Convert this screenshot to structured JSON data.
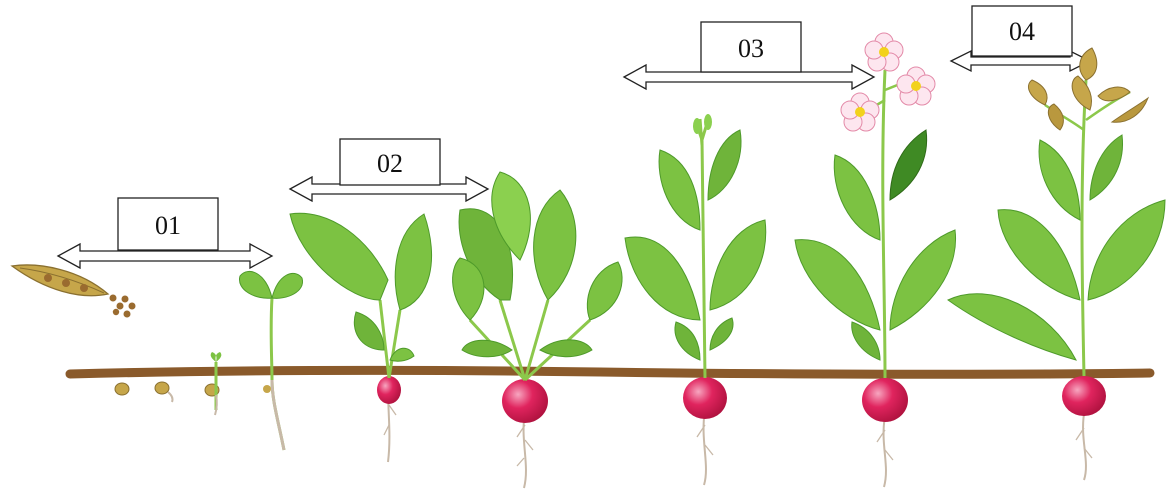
{
  "stages": [
    {
      "id": "stage-1",
      "label": "01"
    },
    {
      "id": "stage-2",
      "label": "02"
    },
    {
      "id": "stage-3",
      "label": "03"
    },
    {
      "id": "stage-4",
      "label": "04"
    }
  ],
  "colors": {
    "soil": "#8a5a2b",
    "leaf": "#7cc242",
    "leaf_dark": "#4e9a2a",
    "stem": "#8cc84b",
    "radish": "#e0245e",
    "radish_highlight": "#f7a6c0",
    "root": "#c8b9a8",
    "seed_pod": "#c6a64a",
    "seed": "#9a6b2f",
    "flower_petal": "#fde6ef",
    "flower_center": "#f2d21b"
  }
}
